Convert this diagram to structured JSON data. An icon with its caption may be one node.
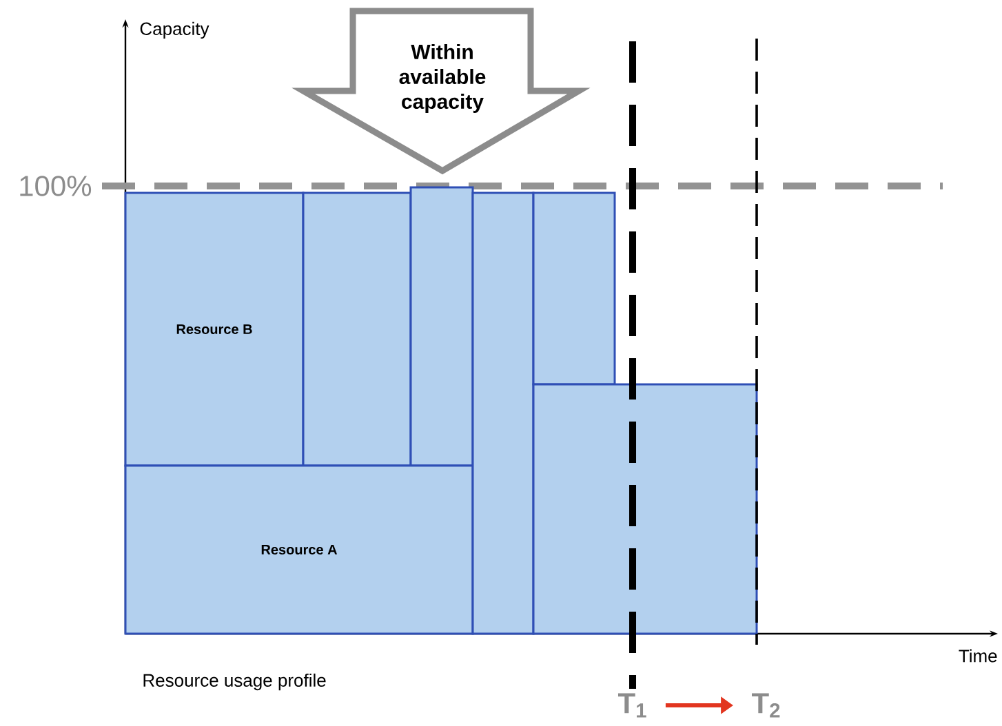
{
  "diagram": {
    "nodes": [
      {
        "text": [
          "Within available capacity"
        ]
      },
      {
        "text": [
          "Resource B"
        ]
      },
      {
        "text": [],
        "shape": "box"
      },
      {
        "text": [],
        "shape": "box"
      },
      {
        "text": [
          "Resource A"
        ]
      },
      {
        "text": [],
        "shape": "box"
      },
      {
        "text": [],
        "shape": "box"
      },
      {
        "text": [],
        "shape": "box"
      },
      {
        "text": [
          "T$_{1}$"
        ]
      },
      {
        "text": [
          "T$_{2}$"
        ]
      }
    ],
    "edges": [
      {
        "from": 8,
        "to": 9,
        "arrow": "to",
        "color": "#e2351f"
      }
    ],
    "labels": [
      "Capacity",
      "100%",
      "Time",
      "Resource usage profile"
    ]
  }
}
